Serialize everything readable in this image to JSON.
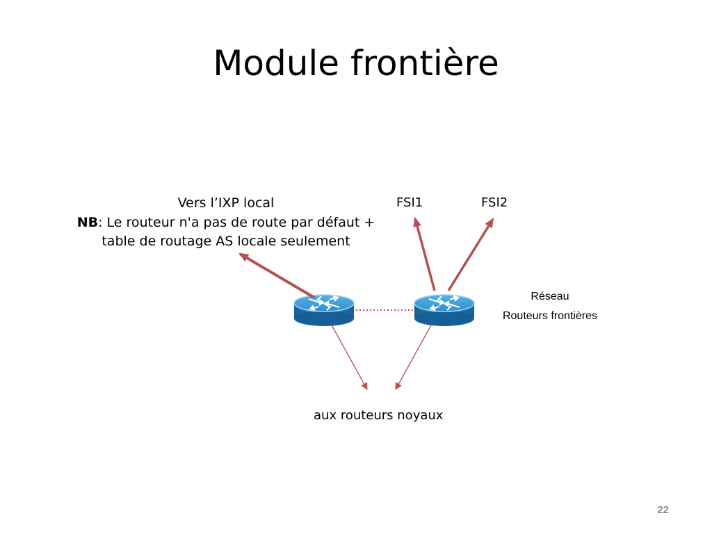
{
  "slide": {
    "title": "Module frontière",
    "page_number": "22"
  },
  "ixp": {
    "heading": "Vers l’IXP local",
    "nb_bold": "NB",
    "nb_text": ": Le routeur n'a pas de route par défaut +",
    "nb_text_line2": "table de routage AS locale seulement"
  },
  "isp": {
    "fsi1": "FSI1",
    "fsi2": "FSI2"
  },
  "network": {
    "line1": "Réseau",
    "line2": "Routeurs frontières"
  },
  "core": {
    "label": "aux routeurs noyaux"
  },
  "nodes": [
    {
      "id": "router-left",
      "icon": "router-icon"
    },
    {
      "id": "router-right",
      "icon": "router-icon"
    }
  ],
  "edges": [
    {
      "from": "router-left",
      "to": "ixp",
      "style": "thick-arrow"
    },
    {
      "from": "router-right",
      "to": "fsi1",
      "style": "thick-arrow"
    },
    {
      "from": "router-right",
      "to": "fsi2",
      "style": "thick-arrow"
    },
    {
      "from": "router-left",
      "to": "router-right",
      "style": "dotted"
    },
    {
      "from": "router-left",
      "to": "core",
      "style": "thin-arrow"
    },
    {
      "from": "router-right",
      "to": "core",
      "style": "thin-arrow"
    }
  ],
  "colors": {
    "arrow": "#b5504c",
    "router_top": "#3d9ed6",
    "router_side": "#1d73b5",
    "router_rim": "#9fd0f0"
  }
}
